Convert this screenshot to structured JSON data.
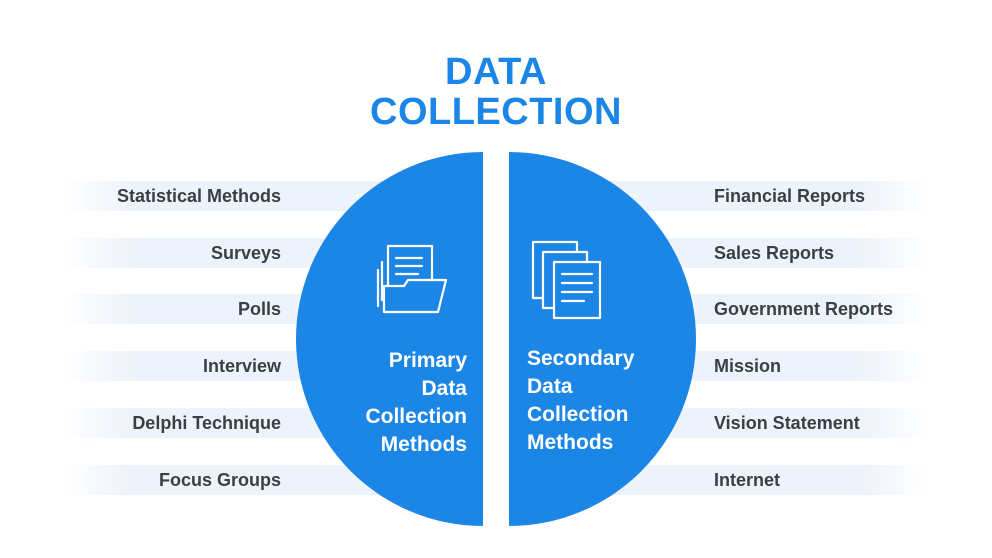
{
  "title": {
    "line1": "DATA",
    "line2": "COLLECTION"
  },
  "colors": {
    "accent": "#1c86e6",
    "band": "#edf3fa",
    "text": "#3a3f47"
  },
  "primary": {
    "heading": [
      "Primary",
      "Data",
      "Collection",
      "Methods"
    ],
    "icon": "folder-documents-icon",
    "items": [
      "Statistical Methods",
      "Surveys",
      "Polls",
      "Interview",
      "Delphi Technique",
      "Focus Groups"
    ]
  },
  "secondary": {
    "heading": [
      "Secondary",
      "Data",
      "Collection",
      "Methods"
    ],
    "icon": "stacked-documents-icon",
    "items": [
      "Financial Reports",
      "Sales Reports",
      "Government Reports",
      "Mission",
      "Vision Statement",
      "Internet"
    ]
  }
}
